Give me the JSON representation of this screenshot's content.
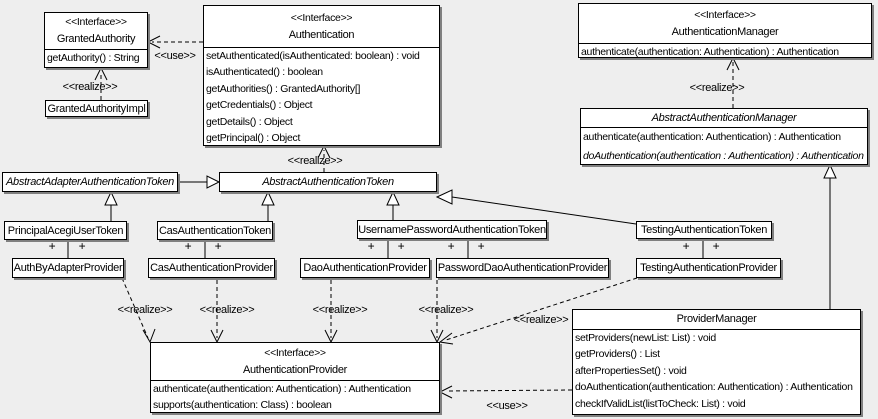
{
  "diagram": {
    "stereotype_interface": "<<Interface>>",
    "use_label": "<<use>>",
    "realize_label": "<<realize>>",
    "plus": "+",
    "colors": {
      "background": "#eeeeee",
      "box_fill": "#ffffff",
      "line": "#000000",
      "shadow": "#808080"
    },
    "classes": {
      "granted_authority": {
        "stereotype": "<<Interface>>",
        "name": "GrantedAuthority",
        "methods": [
          "getAuthority() : String"
        ]
      },
      "granted_authority_impl": {
        "name": "GrantedAuthorityImpl"
      },
      "authentication": {
        "stereotype": "<<Interface>>",
        "name": "Authentication",
        "methods": [
          "setAuthenticated(isAuthenticated: boolean) : void",
          "isAuthenticated() : boolean",
          "getAuthorities() : GrantedAuthority[]",
          "getCredentials() : Object",
          "getDetails() : Object",
          "getPrincipal() : Object"
        ]
      },
      "authentication_manager": {
        "stereotype": "<<Interface>>",
        "name": "AuthenticationManager",
        "methods": [
          "authenticate(authentication: Authentication) : Authentication"
        ]
      },
      "abstract_authentication_manager": {
        "name": "AbstractAuthenticationManager",
        "methods": [
          "authenticate(authentication: Authentication) : Authentication",
          "doAuthentication(authentication : Authentication) : Authentication"
        ]
      },
      "abstract_adapter_authentication_token": {
        "name": "AbstractAdapterAuthenticationToken"
      },
      "abstract_authentication_token": {
        "name": "AbstractAuthenticationToken"
      },
      "principal_acegi_user_token": {
        "name": "PrincipalAcegiUserToken"
      },
      "cas_authentication_token": {
        "name": "CasAuthenticationToken"
      },
      "username_password_authentication_token": {
        "name": "UsernamePasswordAuthenticationToken"
      },
      "testing_authentication_token": {
        "name": "TestingAuthenticationToken"
      },
      "auth_by_adapter_provider": {
        "name": "AuthByAdapterProvider"
      },
      "cas_authentication_provider": {
        "name": "CasAuthenticationProvider"
      },
      "dao_authentication_provider": {
        "name": "DaoAuthenticationProvider"
      },
      "password_dao_authentication_provider": {
        "name": "PasswordDaoAuthenticationProvider"
      },
      "testing_authentication_provider": {
        "name": "TestingAuthenticationProvider"
      },
      "authentication_provider": {
        "stereotype": "<<Interface>>",
        "name": "AuthenticationProvider",
        "methods": [
          "authenticate(authentication: Authentication) : Authentication",
          "supports(authentication: Class) : boolean"
        ]
      },
      "provider_manager": {
        "name": "ProviderManager",
        "methods": [
          "setProviders(newList: List) : void",
          "getProviders() : List",
          "afterPropertiesSet() : void",
          "doAuthentication(authentication: Authentication) : Authentication",
          "checkIfValidList(listToCheck: List) : void"
        ]
      }
    }
  }
}
